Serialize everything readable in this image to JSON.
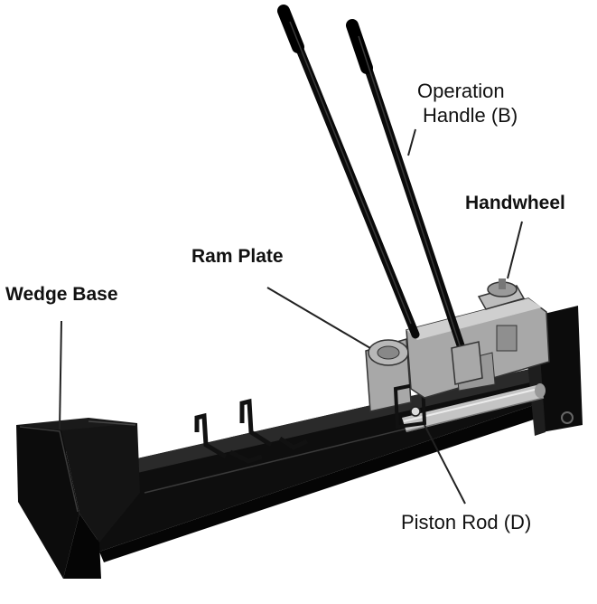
{
  "labels": {
    "operation_handle_line1": "Operation",
    "operation_handle_line2": "Handle (B)",
    "handwheel": "Handwheel",
    "ram_plate": "Ram Plate",
    "wedge_base": "Wedge Base",
    "piston_rod": "Piston Rod (D)"
  },
  "colors": {
    "steel_black": "#111111",
    "pump_gray": "#a8a8a8",
    "rod_silver": "#c4c4c4",
    "leader_line": "#222222"
  }
}
